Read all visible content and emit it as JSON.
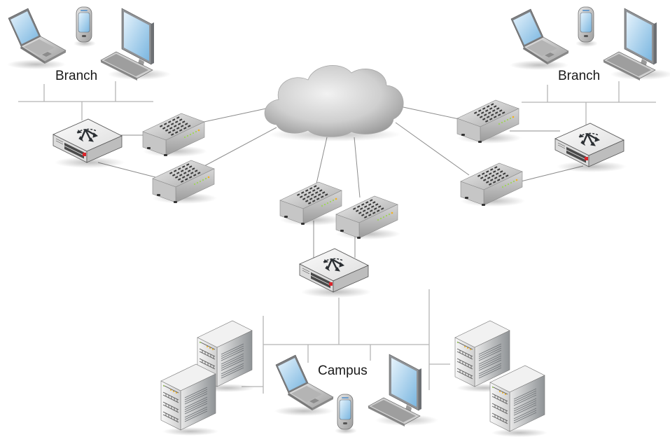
{
  "diagram": {
    "title": "Network topology",
    "sites": [
      {
        "id": "branch-left",
        "label": "Branch"
      },
      {
        "id": "branch-right",
        "label": "Branch"
      },
      {
        "id": "campus",
        "label": "Campus"
      }
    ],
    "cloud": {
      "label": "",
      "kind": "internet-cloud"
    },
    "nodes": [
      {
        "id": "laptop-bl",
        "type": "laptop",
        "site": "branch-left"
      },
      {
        "id": "phone-bl",
        "type": "mobile-phone",
        "site": "branch-left"
      },
      {
        "id": "desktop-bl",
        "type": "desktop",
        "site": "branch-left"
      },
      {
        "id": "switch-bl",
        "type": "switch",
        "site": "branch-left"
      },
      {
        "id": "modem-bl-1",
        "type": "modem",
        "site": "branch-left"
      },
      {
        "id": "modem-bl-2",
        "type": "modem",
        "site": "branch-left"
      },
      {
        "id": "laptop-br",
        "type": "laptop",
        "site": "branch-right"
      },
      {
        "id": "phone-br",
        "type": "mobile-phone",
        "site": "branch-right"
      },
      {
        "id": "desktop-br",
        "type": "desktop",
        "site": "branch-right"
      },
      {
        "id": "switch-br",
        "type": "switch",
        "site": "branch-right"
      },
      {
        "id": "modem-br-1",
        "type": "modem",
        "site": "branch-right"
      },
      {
        "id": "modem-br-2",
        "type": "modem",
        "site": "branch-right"
      },
      {
        "id": "modem-c-1",
        "type": "modem",
        "site": "campus"
      },
      {
        "id": "modem-c-2",
        "type": "modem",
        "site": "campus"
      },
      {
        "id": "switch-c",
        "type": "switch",
        "site": "campus"
      },
      {
        "id": "server-cl-1",
        "type": "server",
        "site": "campus"
      },
      {
        "id": "server-cl-2",
        "type": "server",
        "site": "campus"
      },
      {
        "id": "server-cr-1",
        "type": "server",
        "site": "campus"
      },
      {
        "id": "server-cr-2",
        "type": "server",
        "site": "campus"
      },
      {
        "id": "laptop-c",
        "type": "laptop",
        "site": "campus"
      },
      {
        "id": "phone-c",
        "type": "mobile-phone",
        "site": "campus"
      },
      {
        "id": "desktop-c",
        "type": "desktop",
        "site": "campus"
      }
    ],
    "links": [
      [
        "switch-bl",
        "modem-bl-1"
      ],
      [
        "switch-bl",
        "modem-bl-2"
      ],
      [
        "modem-bl-1",
        "cloud"
      ],
      [
        "modem-bl-2",
        "cloud"
      ],
      [
        "switch-br",
        "modem-br-1"
      ],
      [
        "switch-br",
        "modem-br-2"
      ],
      [
        "modem-br-1",
        "cloud"
      ],
      [
        "modem-br-2",
        "cloud"
      ],
      [
        "modem-c-1",
        "cloud"
      ],
      [
        "modem-c-2",
        "cloud"
      ],
      [
        "switch-c",
        "modem-c-1"
      ],
      [
        "switch-c",
        "modem-c-2"
      ]
    ]
  },
  "colors": {
    "line": "#8c8c8c",
    "bus": "#b5b5b5",
    "screen": "#9cc9ea",
    "led_green": "#9fd35a",
    "led_amber": "#f3b21b",
    "brand_red": "#d9262c"
  }
}
